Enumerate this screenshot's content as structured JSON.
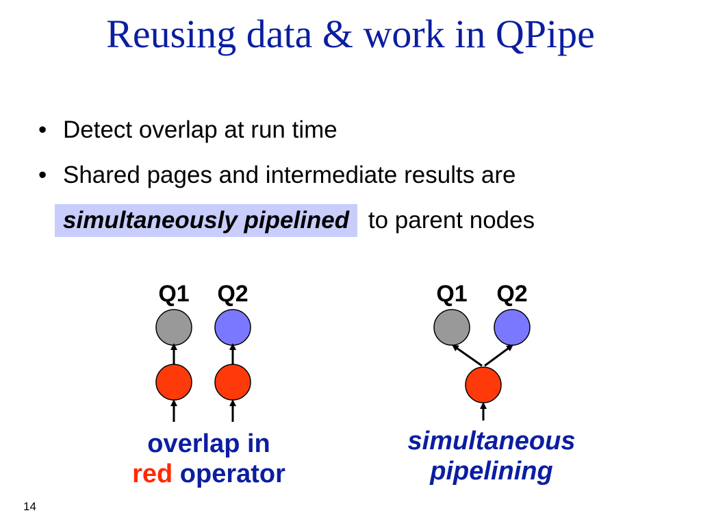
{
  "slide": {
    "title": "Reusing data & work in QPipe",
    "page_number": "14"
  },
  "bullets": {
    "marker": "•",
    "items": [
      {
        "text": "Detect overlap at run time"
      },
      {
        "text_line1": "Shared pages and intermediate results are",
        "highlight": "simultaneously pipelined",
        "text_rest": "to parent nodes"
      }
    ]
  },
  "left_diagram": {
    "q1_label": "Q1",
    "q2_label": "Q2",
    "caption_line1": "overlap in",
    "caption_red_word": "red",
    "caption_rest": "operator"
  },
  "right_diagram": {
    "q1_label": "Q1",
    "q2_label": "Q2",
    "caption_line1": "simultaneous",
    "caption_line2": "pipelining"
  },
  "colors": {
    "title_blue": "#0b1ea0",
    "highlight_bg": "#c8cdfc",
    "node_gray": "#999999",
    "node_blue": "#7a78ff",
    "node_red": "#ff3a0a",
    "caption_red": "#ff2a00"
  }
}
